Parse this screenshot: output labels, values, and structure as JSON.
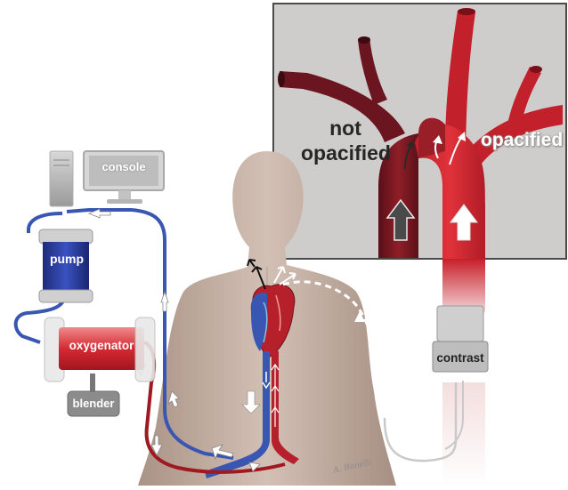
{
  "labels": {
    "not_opacified": "not\nopacified",
    "opacified": "opacified",
    "console": "console",
    "pump": "pump",
    "oxygenator": "oxygenator",
    "blender": "blender",
    "contrast": "contrast",
    "signature": "A. Bonelli"
  },
  "colors": {
    "inset_bg": "#cfcdcb",
    "aorta_red": "#c2202a",
    "aorta_dark": "#7a1c24",
    "vein_blue": "#3a56b3",
    "artery_red": "#b5202b",
    "skin": "#c8b3a6",
    "device_grey": "#9c9c9c"
  },
  "icons": [
    "arrow-up-icon",
    "arrow-down-icon",
    "flow-arrow-icon"
  ]
}
